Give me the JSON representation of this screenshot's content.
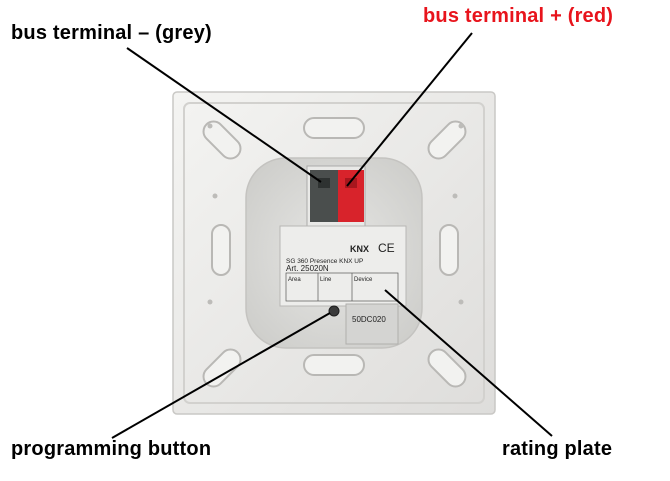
{
  "labels": {
    "bus_terminal_minus": "bus terminal – (grey)",
    "bus_terminal_plus": "bus terminal + (red)",
    "programming_button": "programming button",
    "rating_plate": "rating plate"
  },
  "rating_plate": {
    "brand": "KNX",
    "mark": "CE",
    "product": "SG 360 Presence KNX UP",
    "article": "Art. 25020N",
    "fields": [
      "Area",
      "Line",
      "Device"
    ],
    "serial": "50DC020"
  },
  "colors": {
    "plus_label": "#e8141c",
    "terminal_red": "#d8232b",
    "terminal_grey": "#4a4e4d",
    "plate_body": "#ededeb"
  }
}
